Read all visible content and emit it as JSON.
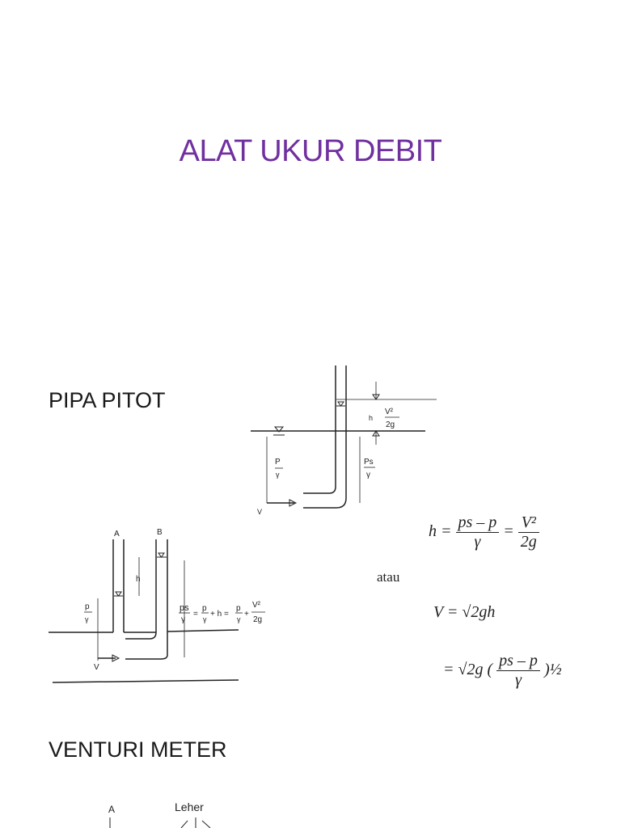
{
  "slide": {
    "title": "ALAT UKUR DEBIT",
    "title_color": "#7030a0",
    "sections": [
      {
        "heading": "PIPA PITOT"
      },
      {
        "heading": "VENTURI METER"
      }
    ]
  },
  "pitot_figure": {
    "label_h": "h",
    "label_v2": "V²",
    "label_2g": "2g",
    "label_ps": "Ps",
    "label_gamma": "γ",
    "label_p": "P",
    "label_v": "V"
  },
  "piezometer_figure": {
    "label_a": "A",
    "label_b": "B",
    "label_h": "h",
    "label_p": "p",
    "label_gamma": "γ",
    "label_v": "V",
    "equation_ps": "ps",
    "equation_p": "p",
    "equation_v2": "V²",
    "equation_2g": "2g",
    "equation_plus_h": "+ h =",
    "equation_eq": "=",
    "equation_plus": "+"
  },
  "equations": {
    "eq1_lhs": "h =",
    "eq1_num1": "ps – p",
    "eq1_den1": "γ",
    "eq1_num2": "V²",
    "eq1_den2": "2g",
    "eq1_eq": "=",
    "atau": "atau",
    "eq2": "V = √2gh",
    "eq3_lhs": "= √2g (",
    "eq3_num": "ps – p",
    "eq3_den": "γ",
    "eq3_rhs": ")½"
  },
  "venturi_figure": {
    "label_leher": "Leher",
    "label_a": "A"
  }
}
